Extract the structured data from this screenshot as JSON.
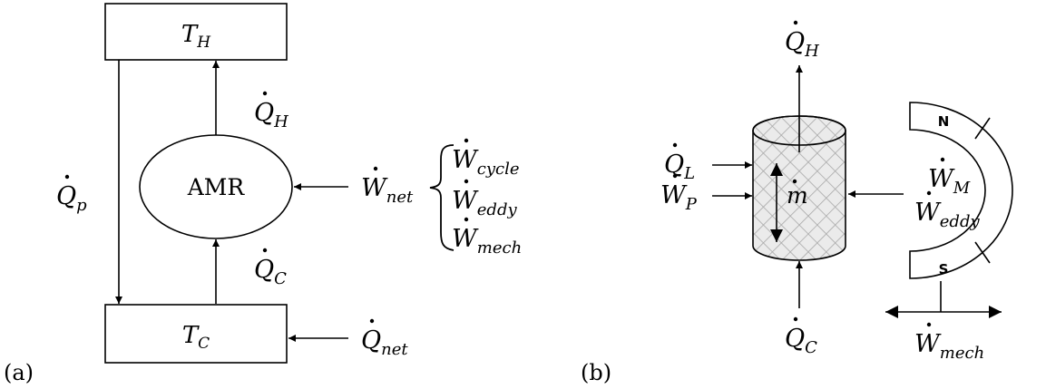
{
  "panel_a": {
    "tag": "(a)",
    "hot_reservoir": {
      "symbol": "T",
      "sub": "H"
    },
    "cold_reservoir": {
      "symbol": "T",
      "sub": "C"
    },
    "regenerator": "AMR",
    "heat_hot": {
      "symbol": "Q",
      "sub": "H"
    },
    "heat_cold": {
      "symbol": "Q",
      "sub": "C"
    },
    "heat_parasitic": {
      "symbol": "Q",
      "sub": "p"
    },
    "work_net": {
      "symbol": "W",
      "sub": "net"
    },
    "work_components": [
      {
        "symbol": "W",
        "sub": "cycle"
      },
      {
        "symbol": "W",
        "sub": "eddy"
      },
      {
        "symbol": "W",
        "sub": "mech"
      }
    ],
    "heat_net": {
      "symbol": "Q",
      "sub": "net"
    }
  },
  "panel_b": {
    "tag": "(b)",
    "heat_hot": {
      "symbol": "Q",
      "sub": "H"
    },
    "heat_loss": {
      "symbol": "Q",
      "sub": "L"
    },
    "work_pump": {
      "symbol": "W",
      "sub": "P"
    },
    "mass_flow": "m",
    "heat_cold": {
      "symbol": "Q",
      "sub": "C"
    },
    "work_magnetic": {
      "symbol": "W",
      "sub": "M"
    },
    "work_eddy": {
      "symbol": "W",
      "sub": "eddy"
    },
    "work_mech": {
      "symbol": "W",
      "sub": "mech"
    },
    "magnet_north": "N",
    "magnet_south": "S"
  }
}
